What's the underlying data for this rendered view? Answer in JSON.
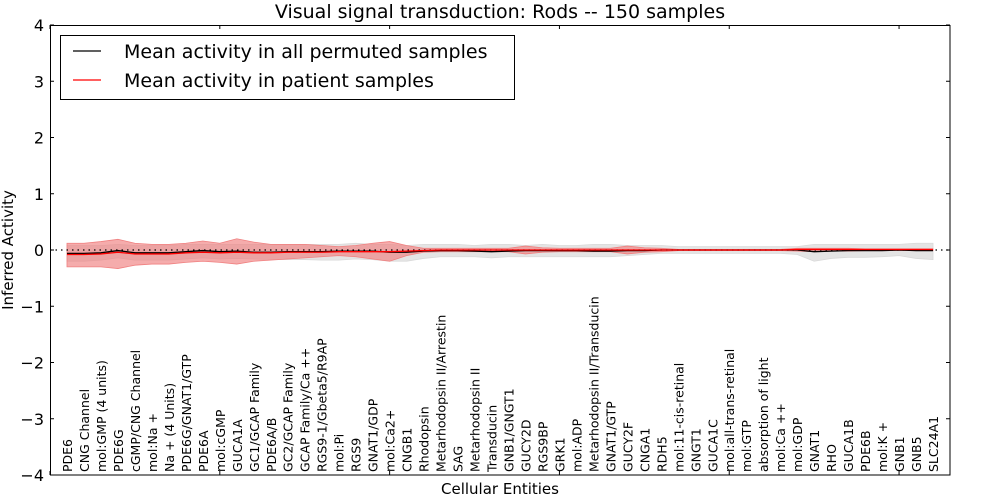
{
  "chart_data": {
    "type": "line",
    "title": "Visual signal transduction: Rods -- 150 samples",
    "xlabel": "Cellular Entities",
    "ylabel": "Inferred Activity",
    "ylim": [
      -4,
      4
    ],
    "xlim": [
      0,
      53
    ],
    "yticks": [
      -4,
      -3,
      -2,
      -1,
      0,
      1,
      2,
      3,
      4
    ],
    "xticks": [
      0,
      10,
      20,
      30,
      40,
      50
    ],
    "grid": false,
    "zero_reference_line": "dotted",
    "legend_position": "top-left",
    "categories": [
      "PDE6",
      "CNG Channel",
      "mol:GMP (4 units)",
      "PDE6G",
      "cGMP/CNG Channel",
      "mol:Na +",
      "Na + (4 Units)",
      "PDE6G/GNAT1/GTP",
      "PDE6A",
      "mol:cGMP",
      "GUCA1A",
      "GC1/GCAP Family",
      "PDE6A/B",
      "GC2/GCAP Family",
      "GCAP Family/Ca ++",
      "RGS9-1/Gbeta5/R9AP",
      "mol:Pi",
      "RGS9",
      "GNAT1/GDP",
      "mol:Ca2+",
      "CNGB1",
      "Rhodopsin",
      "Metarhodopsin II/Arrestin",
      "SAG",
      "Metarhodopsin II",
      "Transducin",
      "GNB1/GNGT1",
      "GUCY2D",
      "RGS9BP",
      "GRK1",
      "mol:ADP",
      "Metarhodopsin II/Transducin",
      "GNAT1/GTP",
      "GUCY2F",
      "CNGA1",
      "RDH5",
      "mol:11-cis-retinal",
      "GNGT1",
      "GUCA1C",
      "mol:all-trans-retinal",
      "mol:GTP",
      "absorption of light",
      "mol:Ca ++",
      "mol:GDP",
      "GNAT1",
      "RHO",
      "GUCA1B",
      "PDE6B",
      "mol:K +",
      "GNB1",
      "GNB5",
      "SLC24A1"
    ],
    "series": [
      {
        "name": "Mean activity in all permuted samples",
        "color": "#000000",
        "band_color": "#d9d9d9",
        "values": [
          -0.06,
          -0.06,
          -0.05,
          -0.01,
          -0.05,
          -0.05,
          -0.05,
          -0.03,
          -0.01,
          -0.03,
          -0.02,
          -0.04,
          -0.04,
          -0.03,
          -0.03,
          -0.03,
          -0.02,
          -0.02,
          -0.02,
          -0.04,
          -0.04,
          -0.02,
          -0.01,
          -0.01,
          -0.02,
          -0.03,
          -0.02,
          -0.01,
          -0.01,
          -0.01,
          -0.01,
          -0.02,
          -0.02,
          -0.01,
          -0.01,
          0,
          0,
          0,
          0,
          0,
          0,
          0,
          0,
          0,
          -0.03,
          -0.02,
          -0.01,
          -0.01,
          -0.01,
          0,
          -0.01,
          -0.01
        ],
        "upper": [
          0.08,
          0.08,
          0.08,
          0.1,
          0.08,
          0.08,
          0.08,
          0.1,
          0.1,
          0.1,
          0.1,
          0.1,
          0.1,
          0.1,
          0.1,
          0.1,
          0.1,
          0.12,
          0.1,
          0.1,
          0.08,
          0.1,
          0.1,
          0.1,
          0.08,
          0.1,
          0.1,
          0.08,
          0.1,
          0.08,
          0.08,
          0.1,
          0.1,
          0.08,
          0.08,
          0.08,
          0.06,
          0.06,
          0.06,
          0.06,
          0.06,
          0.06,
          0.06,
          0.06,
          0.1,
          0.1,
          0.1,
          0.1,
          0.1,
          0.1,
          0.12,
          0.12
        ],
        "lower": [
          -0.2,
          -0.2,
          -0.18,
          -0.14,
          -0.18,
          -0.18,
          -0.18,
          -0.16,
          -0.14,
          -0.16,
          -0.15,
          -0.16,
          -0.17,
          -0.17,
          -0.17,
          -0.18,
          -0.18,
          -0.16,
          -0.17,
          -0.2,
          -0.2,
          -0.15,
          -0.12,
          -0.12,
          -0.12,
          -0.14,
          -0.12,
          -0.12,
          -0.12,
          -0.12,
          -0.12,
          -0.12,
          -0.12,
          -0.1,
          -0.08,
          -0.06,
          -0.06,
          -0.06,
          -0.06,
          -0.06,
          -0.06,
          -0.06,
          -0.06,
          -0.08,
          -0.2,
          -0.15,
          -0.13,
          -0.13,
          -0.12,
          -0.1,
          -0.15,
          -0.17
        ]
      },
      {
        "name": "Mean activity in patient samples",
        "color": "#ff0000",
        "band_color": "#f08080",
        "values": [
          -0.08,
          -0.08,
          -0.07,
          -0.04,
          -0.07,
          -0.07,
          -0.07,
          -0.05,
          -0.04,
          -0.05,
          -0.04,
          -0.05,
          -0.05,
          -0.04,
          -0.04,
          -0.04,
          -0.03,
          -0.03,
          -0.03,
          -0.03,
          -0.02,
          -0.01,
          0,
          0,
          0,
          0,
          0,
          0,
          0,
          0,
          0,
          0,
          0,
          0,
          0,
          0,
          0,
          0,
          0,
          0,
          0,
          0,
          0,
          0.01,
          0.01,
          0.01,
          0.01,
          0.01,
          0.01,
          0.01,
          0.01,
          0.01
        ],
        "upper": [
          0.12,
          0.12,
          0.15,
          0.19,
          0.12,
          0.1,
          0.1,
          0.12,
          0.16,
          0.12,
          0.2,
          0.14,
          0.1,
          0.1,
          0.1,
          0.08,
          0.06,
          0.08,
          0.12,
          0.15,
          0.08,
          0.03,
          0.03,
          0.03,
          0.03,
          0.03,
          0.03,
          0.07,
          0.04,
          0.03,
          0.03,
          0.03,
          0.03,
          0.07,
          0.04,
          0.03,
          0.01,
          0.01,
          0.01,
          0.01,
          0.01,
          0.01,
          0.01,
          0.03,
          0.03,
          0.03,
          0.03,
          0.02,
          0.02,
          0.02,
          0.02,
          0.02
        ],
        "lower": [
          -0.3,
          -0.3,
          -0.3,
          -0.33,
          -0.27,
          -0.25,
          -0.25,
          -0.22,
          -0.2,
          -0.22,
          -0.25,
          -0.2,
          -0.18,
          -0.16,
          -0.14,
          -0.12,
          -0.1,
          -0.12,
          -0.16,
          -0.2,
          -0.1,
          -0.04,
          -0.03,
          -0.03,
          -0.03,
          -0.03,
          -0.03,
          -0.07,
          -0.04,
          -0.03,
          -0.03,
          -0.03,
          -0.03,
          -0.07,
          -0.04,
          -0.03,
          -0.01,
          -0.01,
          -0.01,
          -0.01,
          -0.01,
          -0.01,
          -0.01,
          -0.02,
          -0.03,
          -0.02,
          -0.02,
          -0.01,
          -0.01,
          -0.01,
          -0.01,
          -0.01
        ]
      }
    ]
  }
}
